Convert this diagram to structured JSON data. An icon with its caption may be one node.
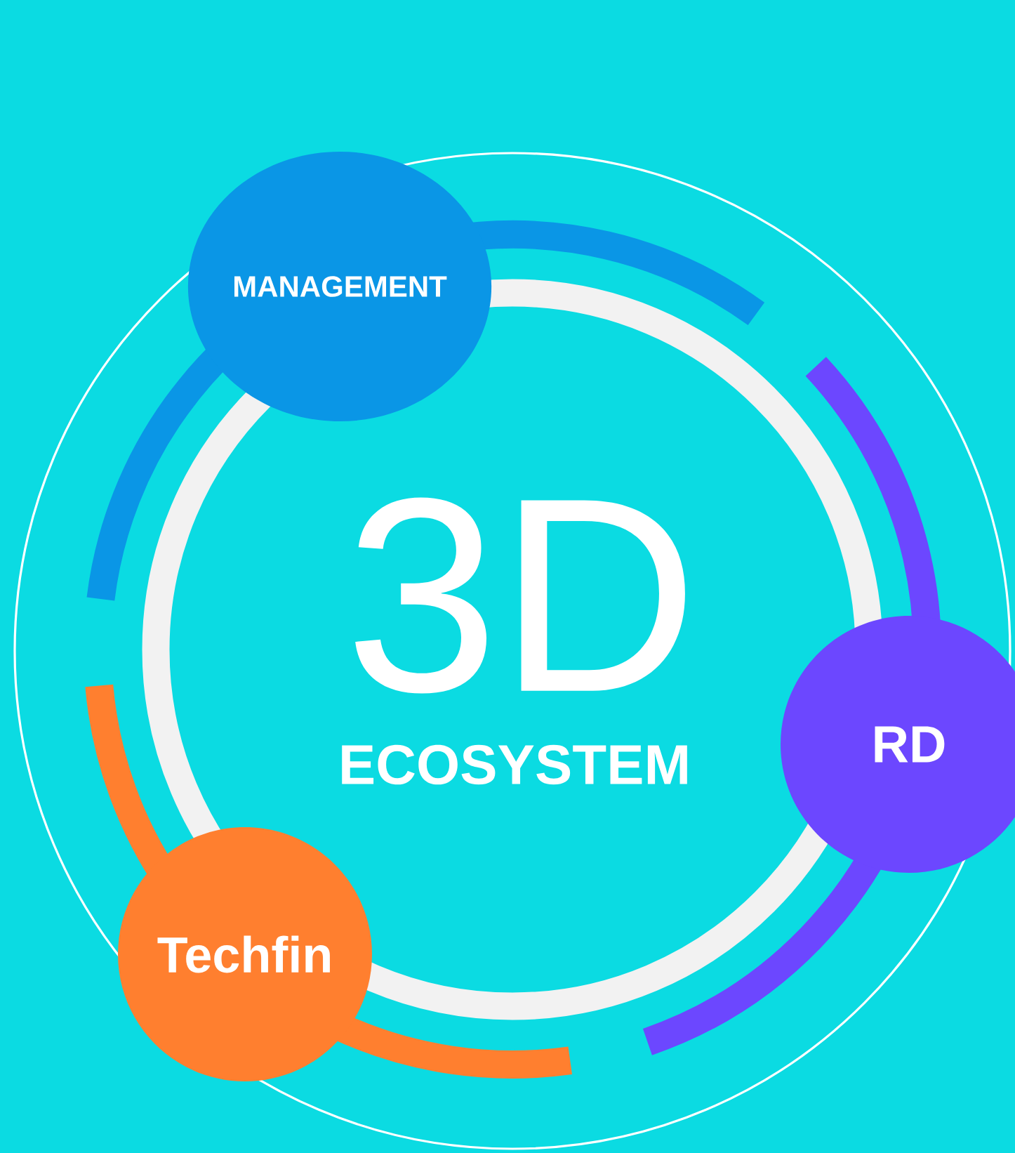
{
  "diagram": {
    "nodes": [
      {
        "text": [
          "MANAGEMENT"
        ]
      },
      {
        "text": [
          "RD"
        ]
      },
      {
        "text": [
          "Techfin"
        ]
      }
    ],
    "labels": [
      "3D",
      "ECOSYSTEM"
    ]
  }
}
